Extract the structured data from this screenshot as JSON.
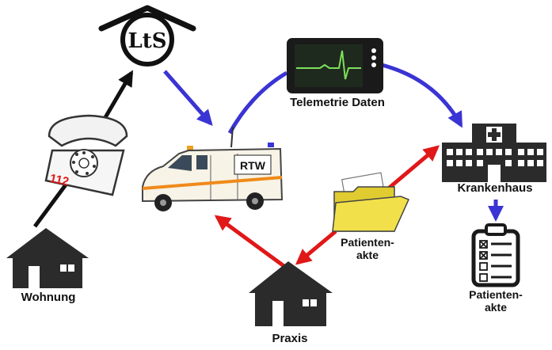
{
  "labels": {
    "lts": "LtS",
    "telemetry": "Telemetrie Daten",
    "hospital": "Krankenhaus",
    "home": "Wohnung",
    "practice": "Praxis",
    "folder_line1": "Patienten-",
    "folder_line2": "akte",
    "record_line1": "Patienten-",
    "record_line2": "akte",
    "ambulance": "RTW",
    "phone_number": "112"
  },
  "colors": {
    "black_arrow": "#111111",
    "blue_arrow": "#3a34d4",
    "red_arrow": "#e01818",
    "folder": "#f2e04a",
    "ekg": "#7ee05a",
    "ambulance_stripe": "#f08a1a"
  }
}
